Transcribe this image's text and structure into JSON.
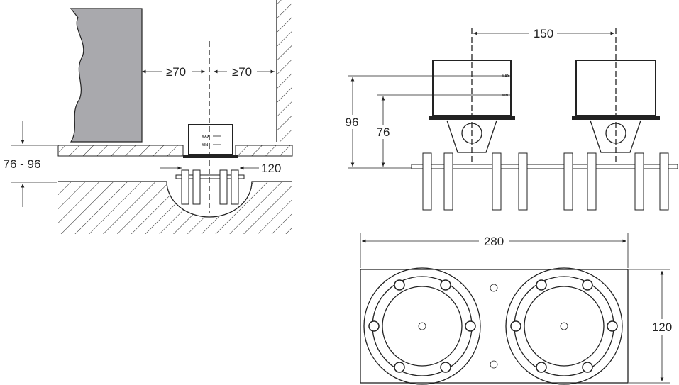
{
  "side_view": {
    "clearance_left": "≥70",
    "clearance_right": "≥70",
    "depth_range": "76 - 96",
    "width": "120",
    "max_label": "MAX",
    "min_label": "MIN"
  },
  "front_view": {
    "spacing": "150",
    "height_max": "96",
    "height_min": "76",
    "max_label": "MAX",
    "min_label": "MIN"
  },
  "top_view": {
    "length": "280",
    "width": "120"
  },
  "colors": {
    "line": "#222222",
    "wall_fill": "#a9a9ad"
  }
}
